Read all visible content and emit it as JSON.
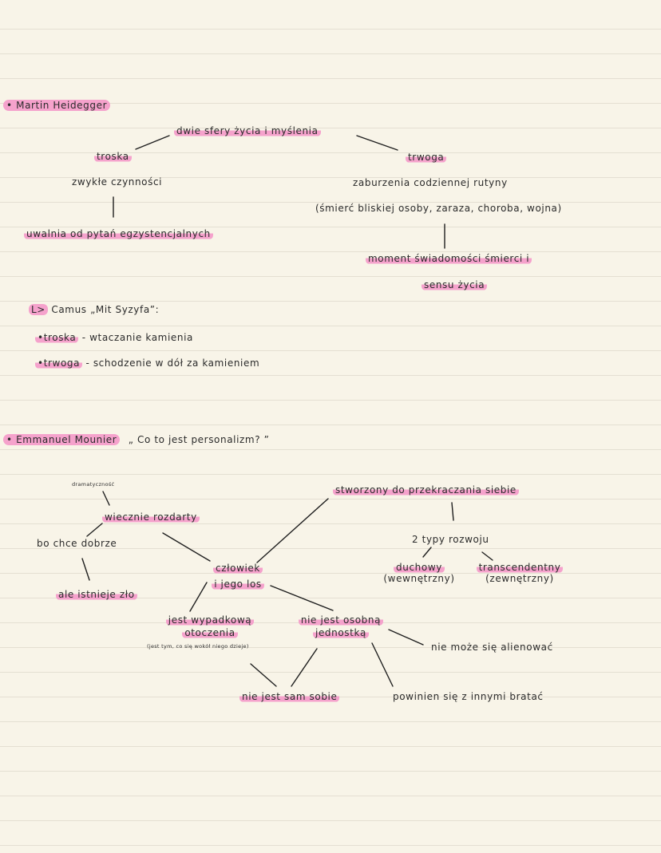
{
  "heidegger": {
    "author": "Martin Heidegger",
    "root": "dwie sfery życia i myślenia",
    "left": {
      "title": "troska",
      "item": "zwykłe czynności",
      "result": "uwalnia od pytań egzystencjalnych"
    },
    "right": {
      "title": "trwoga",
      "item": "zaburzenia codziennej rutyny",
      "examples": "(śmierć bliskiej osoby, zaraza, choroba, wojna)",
      "result_line1": "moment świadomości śmierci i",
      "result_line2": "sensu życia"
    },
    "camus": {
      "arrow": "L>",
      "title": "Camus „Mit Syzyfa”:",
      "item1_term": "troska",
      "item1_def": "- wtaczanie kamienia",
      "item2_term": "trwoga",
      "item2_def": "- schodzenie w dół za kamieniem"
    }
  },
  "mounier": {
    "author": "Emmanuel Mounier",
    "work": "„ Co to jest personalizm? ”",
    "center_line1": "człowiek",
    "center_line2": "i jego los",
    "dramatycznosc": "dramatyczność",
    "rozdarty": "wiecznie rozdarty",
    "chce_dobrze": "bo chce dobrze",
    "zlo": "ale istnieje zło",
    "stworzony": "stworzony do przekraczania siebie",
    "typy": "2 typy rozwoju",
    "duchowy": "duchowy",
    "duchowy_sub": "(wewnętrzny)",
    "transcendentny": "transcendentny",
    "transcendentny_sub": "(zewnętrzny)",
    "wypadkowa_line1": "jest wypadkową",
    "wypadkowa_line2": "otoczenia",
    "wypadkowa_note": "(jest tym, co się wokół niego dzieje)",
    "osobna_line1": "nie jest osobną",
    "osobna_line2": "jednostką",
    "alienowac": "nie może się alienować",
    "sam_sobie": "nie jest sam sobie",
    "bratac": "powinien się z innymi bratać"
  }
}
